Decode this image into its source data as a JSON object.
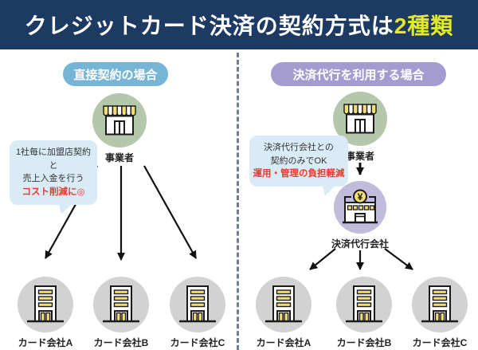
{
  "title": {
    "prefix": "クレジットカード決済の契約方式は",
    "highlight": "2種類"
  },
  "left": {
    "header": "直接契約の場合",
    "merchant_label": "事業者",
    "bubble": {
      "line1": "1社毎に加盟店契約と",
      "line2": "売上入金を行う",
      "highlight": "コスト削減に◎"
    },
    "cards": [
      "カード会社A",
      "カード会社B",
      "カード会社C"
    ]
  },
  "right": {
    "header": "決済代行を利用する場合",
    "merchant_label": "事業者",
    "agency_label": "決済代行会社",
    "agency_icon_symbol": "¥",
    "bubble": {
      "line1": "決済代行会社との",
      "line2": "契約のみでOK",
      "highlight": "運用・管理の負担軽減"
    },
    "cards": [
      "カード会社A",
      "カード会社B",
      "カード会社C"
    ]
  },
  "colors": {
    "title_bar_bg": "#1c3a62",
    "title_highlight": "#e3e829",
    "badge_left_bg": "#76b5d5",
    "badge_right_bg": "#a49cd0",
    "merchant_circle": "#b4c7ab",
    "agency_circle": "#c1bcdc",
    "card_circle": "#d2d2d2",
    "bubble_bg": "#d8ebf6",
    "bubble_highlight_text": "#e83a2e",
    "icon_window_yellow": "#f4de74",
    "arrow": "#111111",
    "divider": "#6e8095"
  }
}
